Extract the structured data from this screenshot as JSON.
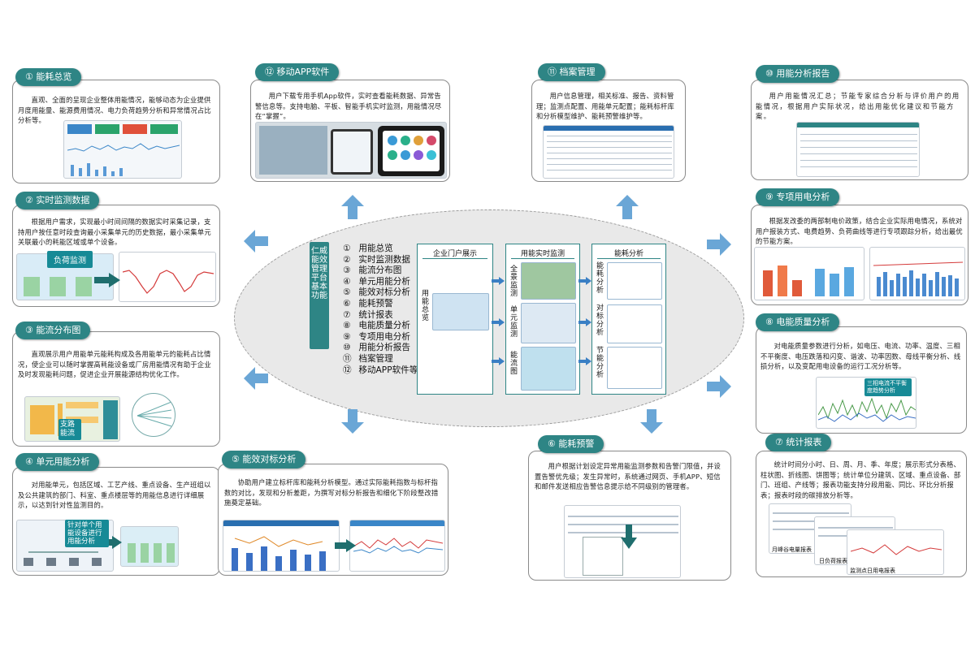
{
  "center": {
    "vertical_title": "仁威能效管理平台基本功能",
    "items": [
      {
        "num": "①",
        "label": "用能总览"
      },
      {
        "num": "②",
        "label": "实时监测数据"
      },
      {
        "num": "③",
        "label": "能流分布图"
      },
      {
        "num": "④",
        "label": "单元用能分析"
      },
      {
        "num": "⑤",
        "label": "能效对标分析"
      },
      {
        "num": "⑥",
        "label": "能耗预警"
      },
      {
        "num": "⑦",
        "label": "统计报表"
      },
      {
        "num": "⑧",
        "label": "电能质量分析"
      },
      {
        "num": "⑨",
        "label": "专项用电分析"
      },
      {
        "num": "⑩",
        "label": "用能分析报告"
      },
      {
        "num": "⑪",
        "label": "档案管理"
      },
      {
        "num": "⑫",
        "label": "移动APP软件等"
      }
    ],
    "col1_title": "企业门户展示",
    "col1_side": "用能总览",
    "col2_title": "用能实时监测",
    "col2_sides": [
      "全景监测",
      "单元监测",
      "能流图"
    ],
    "col3_title": "能耗分析",
    "col3_sides": [
      "能耗分析",
      "对标分析",
      "节能分析"
    ]
  },
  "panels": {
    "p1": {
      "title": "① 能耗总览",
      "desc": "直观、全面的呈现企业整体用能情况，能够动态为企业提供月度用能量、能源费用情况、电力负荷趋势分析和异常情况占比分析等。"
    },
    "p2": {
      "title": "② 实时监测数据",
      "desc": "根据用户需求，实现最小时间间隔的数据实时采集记录，支持用户按任意时段查询最小采集单元的历史数据，最小采集单元关联最小的耗能区域或单个设备。",
      "badge": "负荷监测"
    },
    "p3": {
      "title": "③ 能流分布图",
      "desc": "直观展示用户用能单元能耗构成及各用能单元的能耗占比情况，使企业可以随时掌握高耗能设备或厂房用能情况有助于企业及时发现能耗问题，促进企业开展能源结构优化工作。",
      "badge": "支路能流"
    },
    "p4": {
      "title": "④ 单元用能分析",
      "desc": "对用能单元，包括区域、工艺产线、重点设备、生产班组以及公共建筑的部门、科室、重点楼层等的用能信息进行详细展示，以达到针对性监测目的。",
      "badge": "针对单个用能设备进行用能分析"
    },
    "p5": {
      "title": "⑤ 能效对标分析",
      "desc": "协助用户建立标杆库和能耗分析模型。通过实际能耗指数与标杆指数的对比，发现和分析差距，为撰写对标分析报告和细化下阶段整改措施奠定基础。"
    },
    "p6": {
      "title": "⑥ 能耗预警",
      "desc": "用户根据计划设定异常用能监测参数和告警门限值，并设置告警优先级；发生异常时，系统通过网页、手机APP、短信和邮件发送相应告警信息提示给不同级别的管理者。"
    },
    "p7": {
      "title": "⑦ 统计报表",
      "desc": "统计时间分小时、日、周、月、季、年度；展示形式分表格、柱状图、折线图、饼图等；统计单位分建筑、区域、重点设备、部门、班组、产线等；报表功能支持分段用能、同比、环比分析报表；报表时段的碳排放分析等。",
      "labels": [
        "月峰谷电量报表",
        "日负荷报表",
        "监测点日用电报表"
      ]
    },
    "p8": {
      "title": "⑧ 电能质量分析",
      "desc": "对电能质量参数进行分析，如电压、电流、功率、温度、三相不平衡度、电压跌落和闪变、谐波、功率因数、母线平衡分析、线损分析，以及变配用电设备的运行工况分析等。",
      "badge": "三相电流不平衡度趋势分析"
    },
    "p9": {
      "title": "⑨ 专项用电分析",
      "desc": "根据发改委的两部制电价政策，结合企业实际用电情况，系统对用户报装方式、电费趋势、负荷曲线等进行专项跟踪分析，给出最优的节能方案。"
    },
    "p10": {
      "title": "⑩ 用能分析报告",
      "desc": "用户用能情况汇总；节能专家综合分析与评价用户的用能情况，根据用户实际状况，给出用能优化建议和节能方案。"
    },
    "p11": {
      "title": "⑪ 档案管理",
      "desc": "用户信息管理，相关标准、报告、资料管理；监测点配置、用能单元配置；能耗标杆库和分析模型维护、能耗预警维护等。"
    },
    "p12": {
      "title": "⑫ 移动APP软件",
      "desc": "用户下载专用手机App软件，实时查看能耗数据、异常告警信息等。支持电脑、平板、智能手机实时监测，用能情况尽在“掌握”。"
    }
  },
  "colors": {
    "accent": "#2e8585",
    "arrow": "#6aa6d6",
    "flow": "#3a7fc4"
  }
}
